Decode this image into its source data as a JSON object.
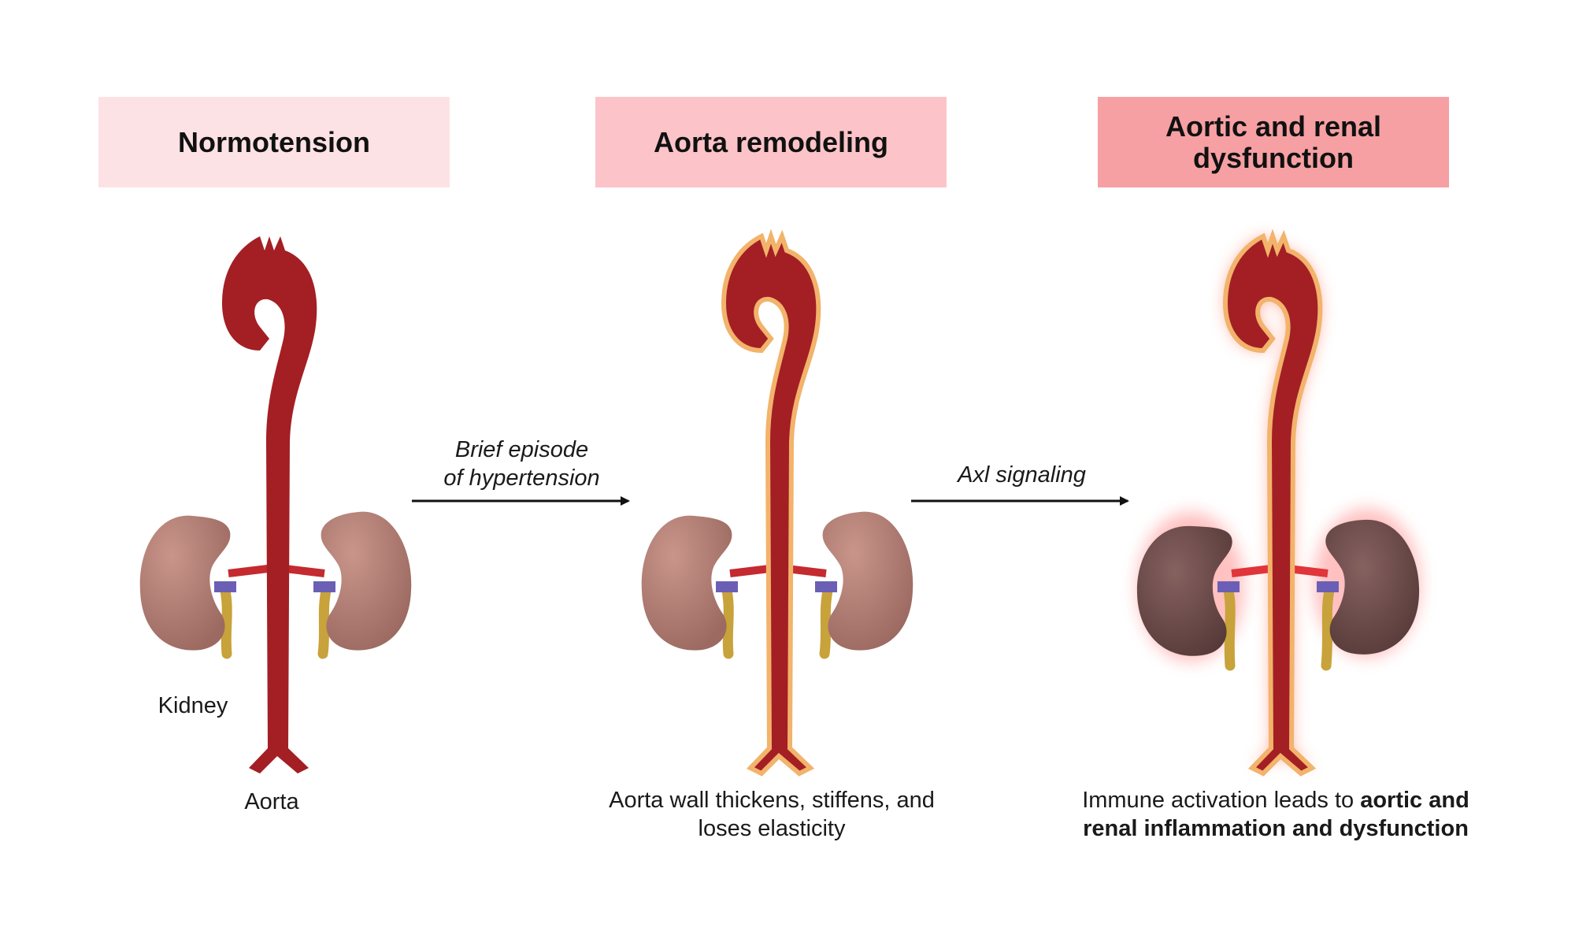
{
  "stages": [
    {
      "title": "Normotension"
    },
    {
      "title": "Aorta remodeling"
    },
    {
      "title": "Aortic and renal dysfunction"
    }
  ],
  "arrows": [
    {
      "label_line1": "Brief episode",
      "label_line2": "of hypertension"
    },
    {
      "label": "Axl signaling"
    }
  ],
  "labels": {
    "kidney": "Kidney",
    "aorta": "Aorta"
  },
  "captions": {
    "stage2_line1": "Aorta wall thickens, stiffens, and",
    "stage2_line2": "loses elasticity",
    "stage3_line1_normal": "Immune activation leads to ",
    "stage3_line1_bold": "aortic and",
    "stage3_line2_bold": "renal inflammation and dysfunction"
  },
  "colors": {
    "header_1": "#fde2e5",
    "header_2": "#fcc4c8",
    "header_3": "#f6a0a3",
    "aorta": "#a31f24",
    "aorta_wall_thickened": "#f2b36b",
    "kidney_healthy": "#b07a70",
    "kidney_damaged": "#6e4a48",
    "renal_vein": "#6b5fb5",
    "ureter": "#c8a23a",
    "inflammation_glow": "#ff4d4d"
  }
}
